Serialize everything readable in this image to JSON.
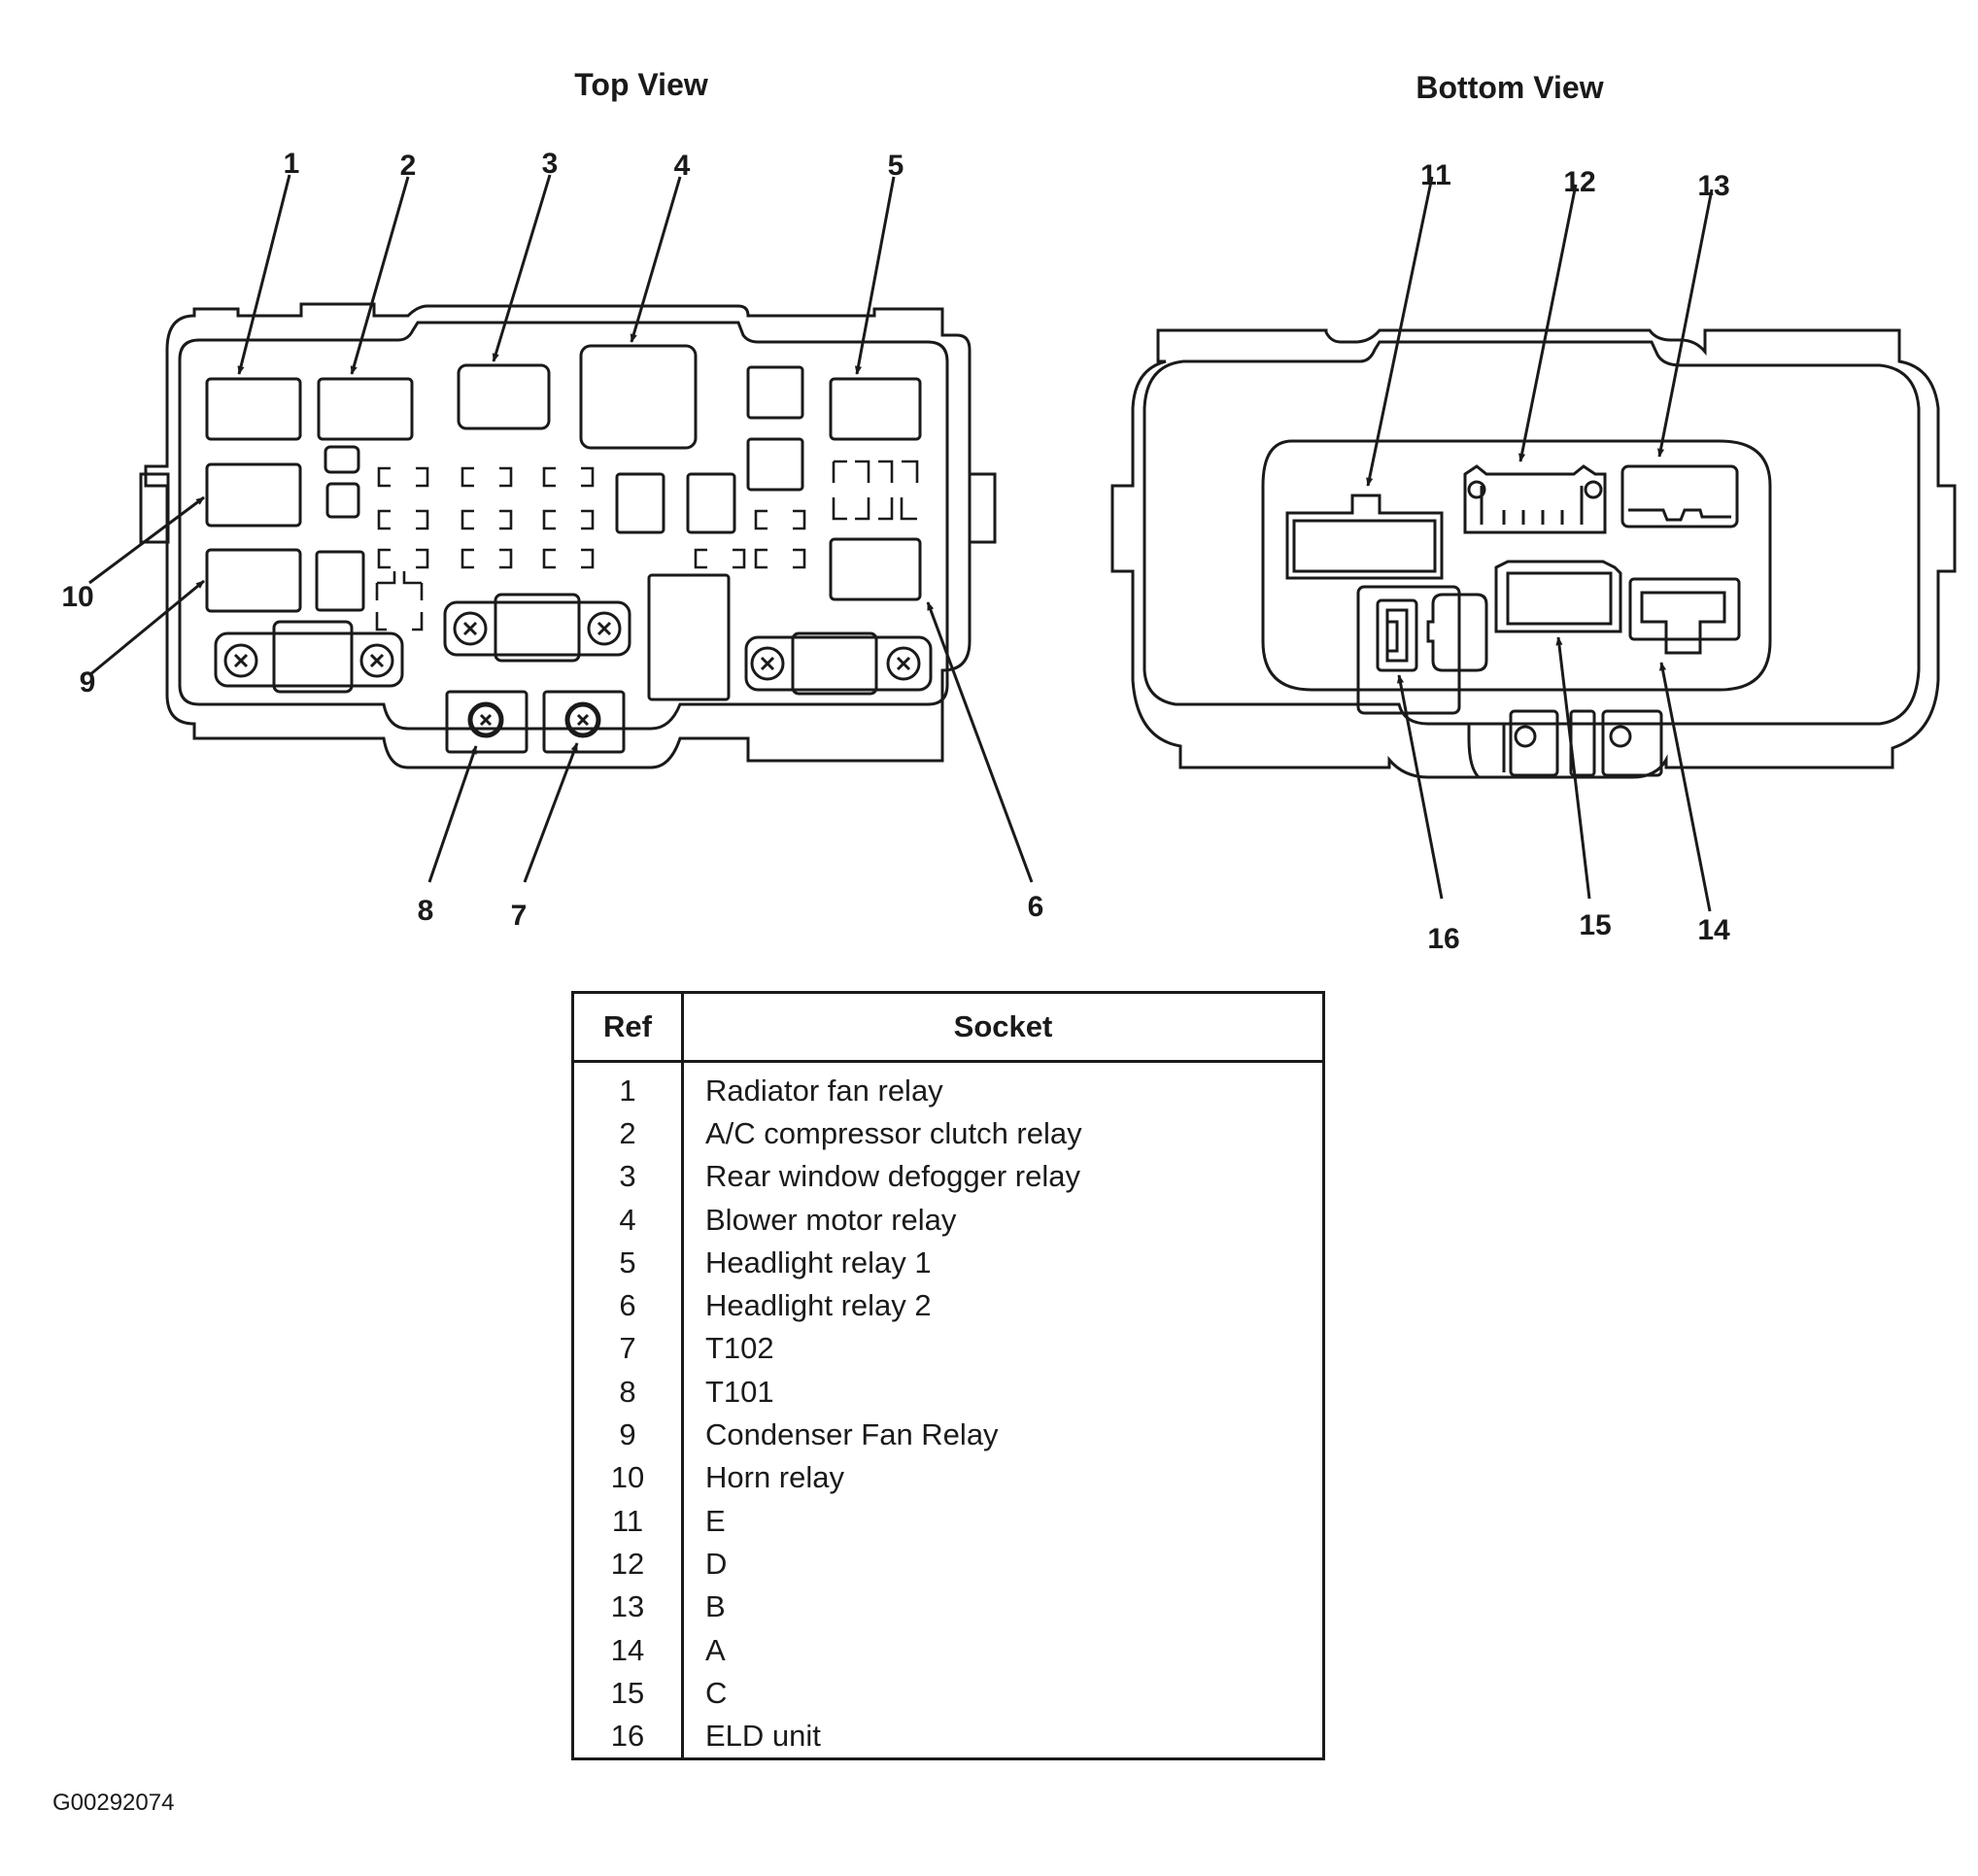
{
  "top_view": {
    "title": "Top View",
    "callouts": [
      "1",
      "2",
      "3",
      "4",
      "5",
      "6",
      "7",
      "8",
      "9",
      "10"
    ]
  },
  "bottom_view": {
    "title": "Bottom View",
    "callouts": [
      "11",
      "12",
      "13",
      "14",
      "15",
      "16"
    ]
  },
  "table": {
    "headers": {
      "ref": "Ref",
      "socket": "Socket"
    },
    "rows": [
      {
        "ref": "1",
        "socket": "Radiator fan relay"
      },
      {
        "ref": "2",
        "socket": "A/C compressor clutch relay"
      },
      {
        "ref": "3",
        "socket": "Rear window defogger relay"
      },
      {
        "ref": "4",
        "socket": "Blower motor relay"
      },
      {
        "ref": "5",
        "socket": "Headlight relay 1"
      },
      {
        "ref": "6",
        "socket": "Headlight relay 2"
      },
      {
        "ref": "7",
        "socket": "T102"
      },
      {
        "ref": "8",
        "socket": "T101"
      },
      {
        "ref": "9",
        "socket": "Condenser Fan Relay"
      },
      {
        "ref": "10",
        "socket": "Horn relay"
      },
      {
        "ref": "11",
        "socket": "E"
      },
      {
        "ref": "12",
        "socket": "D"
      },
      {
        "ref": "13",
        "socket": "B"
      },
      {
        "ref": "14",
        "socket": "A"
      },
      {
        "ref": "15",
        "socket": "C"
      },
      {
        "ref": "16",
        "socket": "ELD unit"
      }
    ]
  },
  "image_code": "G00292074"
}
